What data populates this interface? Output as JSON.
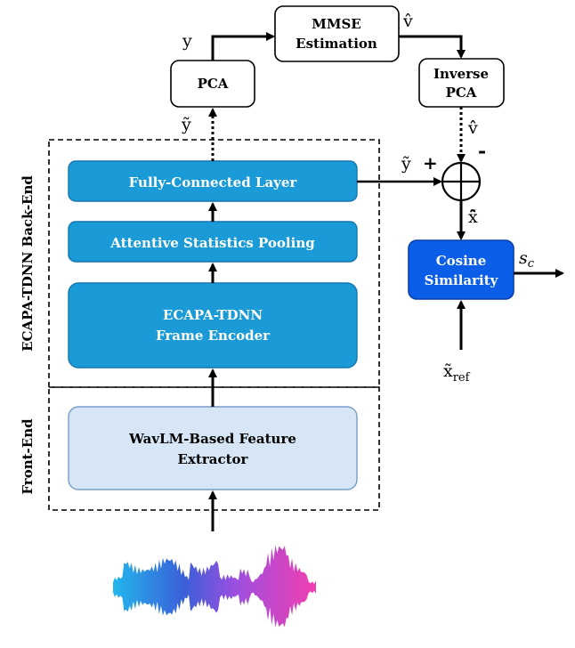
{
  "blocks": {
    "mmse": [
      "MMSE",
      "Estimation"
    ],
    "pca": "PCA",
    "inverse_pca": [
      "Inverse",
      "PCA"
    ],
    "fc": "Fully-Connected Layer",
    "asp": "Attentive Statistics Pooling",
    "ecapa": [
      "ECAPA-TDNN",
      "Frame Encoder"
    ],
    "wavlm": [
      "WavLM-Based Feature",
      "Extractor"
    ],
    "cosine": [
      "Cosine",
      "Similarity"
    ]
  },
  "sections": {
    "backend": "ECAPA-TDNN Back-End",
    "frontend": "Front-End"
  },
  "symbols": {
    "y": "y",
    "v_hat": "v̂",
    "y_tilde": "ỹ",
    "v_hat_hat": "v̂̂",
    "plus": "+",
    "minus": "-",
    "x_tilde_hat": "x̃̂",
    "sc_s": "s",
    "sc_c": "c",
    "x_ref_main": "x̃",
    "x_ref_sub": "ref"
  },
  "colors": {
    "blue_box": "#1a9bd7",
    "blue_box_stroke": "#1577b0",
    "light_box": "#d6e6f7",
    "cosine_box": "#0a5ee8"
  }
}
